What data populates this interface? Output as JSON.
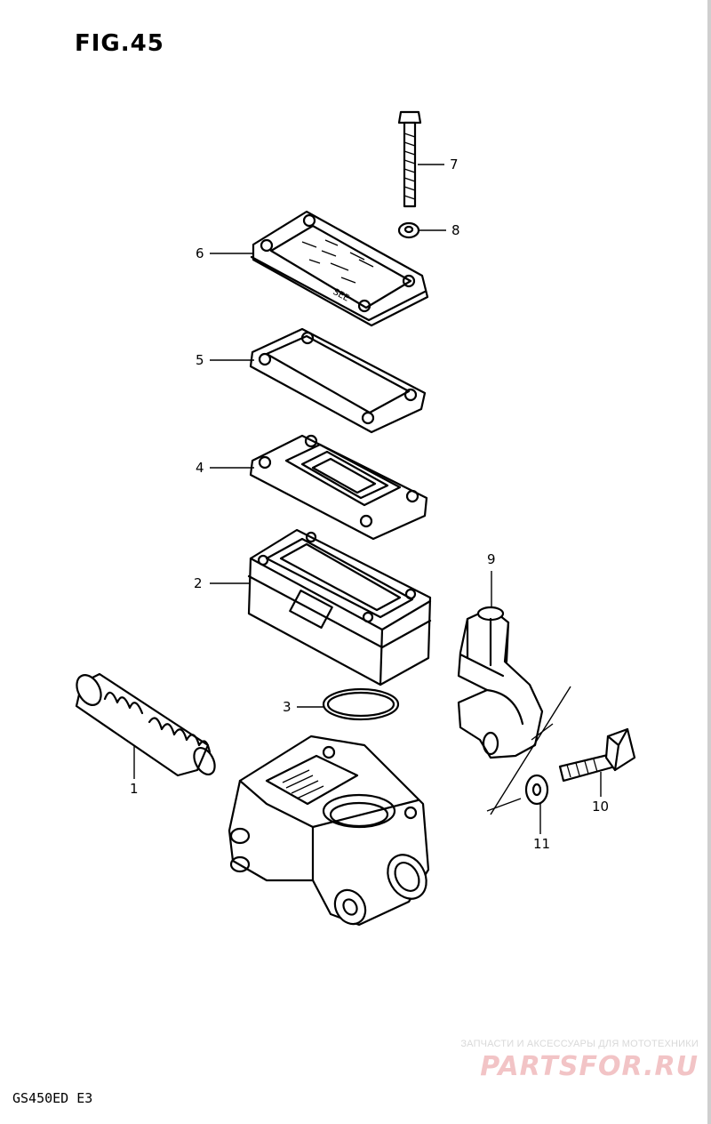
{
  "figure": {
    "title": "FIG.45"
  },
  "footer": {
    "model": "GS450ED  E3"
  },
  "callouts": [
    "1",
    "2",
    "3",
    "4",
    "5",
    "6",
    "7",
    "8",
    "9",
    "10",
    "11"
  ],
  "watermark": {
    "tagline": "ЗАПЧАСТИ И АКСЕССУАРЫ ДЛЯ МОТОТЕХНИКИ",
    "logo": "PARTSFOR.RU",
    "color": "#e8a0a4"
  },
  "colors": {
    "ink": "#000000",
    "paper": "#ffffff"
  }
}
